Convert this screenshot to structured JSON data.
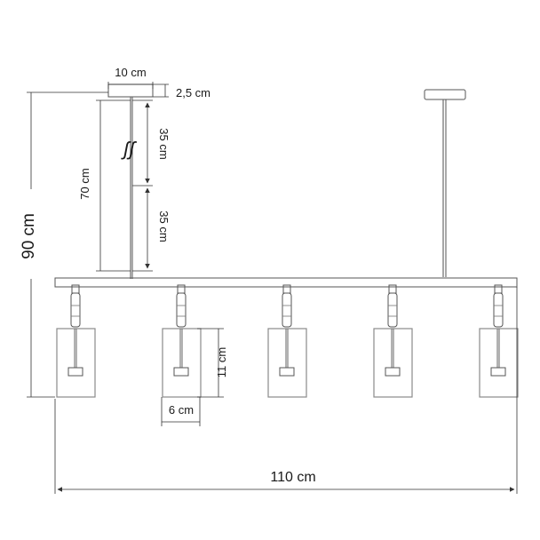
{
  "dimensions": {
    "canopy_width": "10 cm",
    "canopy_height": "2,5 cm",
    "rod_upper": "35 cm",
    "rod_lower": "35 cm",
    "rod_total": "70 cm",
    "total_height": "90 cm",
    "shade_height": "11 cm",
    "shade_width": "6 cm",
    "total_width": "110 cm"
  },
  "symbols": {
    "rod_break": "ʃʃ"
  },
  "colors": {
    "line": "#555555",
    "dimension": "#333333",
    "glass": "#8a8a8a",
    "background": "#ffffff"
  },
  "fixture": {
    "shade_count": 5
  }
}
